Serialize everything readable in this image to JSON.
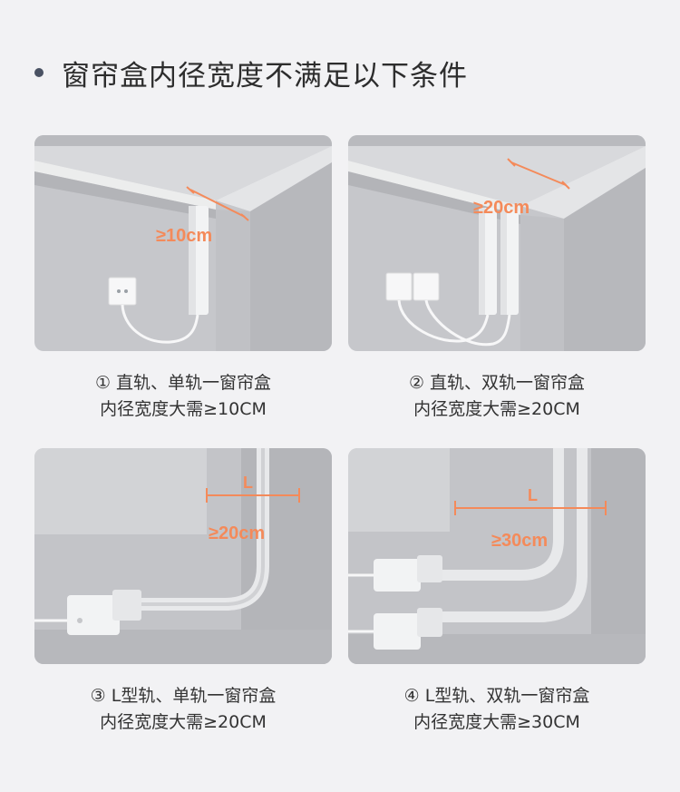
{
  "heading": {
    "text": "窗帘盒内径宽度不满足以下条件"
  },
  "accent_color": "#f48a5a",
  "panels": [
    {
      "measure": "≥10cm",
      "line1": "① 直轨、单轨一窗帘盒",
      "line2": "内径宽度大需≥10CM"
    },
    {
      "measure": "≥20cm",
      "line1": "② 直轨、双轨一窗帘盒",
      "line2": "内径宽度大需≥20CM"
    },
    {
      "measure": "≥20cm",
      "length_label": "L",
      "line1": "③ L型轨、单轨一窗帘盒",
      "line2": "内径宽度大需≥20CM"
    },
    {
      "measure": "≥30cm",
      "length_label": "L",
      "line1": "④ L型轨、双轨一窗帘盒",
      "line2": "内径宽度大需≥30CM"
    }
  ]
}
